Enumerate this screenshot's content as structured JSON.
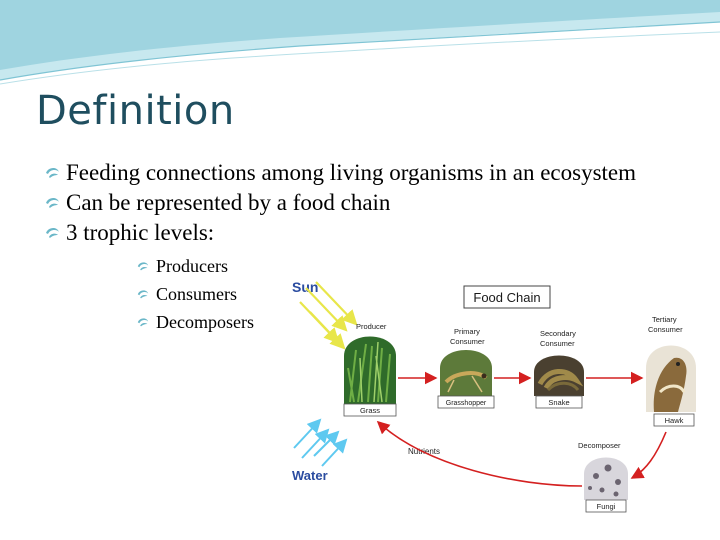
{
  "title": "Definition",
  "bullets": [
    {
      "text": "Feeding connections among living organisms in an ecosystem"
    },
    {
      "text": "Can be represented by a food chain"
    },
    {
      "text": "3 trophic levels:"
    }
  ],
  "sub_bullets": [
    "Producers",
    "Consumers",
    "Decomposers"
  ],
  "figure": {
    "heading": "Food Chain",
    "sun_label": "Sun",
    "water_label": "Water",
    "nutrients_label": "Nutrients",
    "roles": {
      "producer": "Producer",
      "primary_line1": "Primary",
      "primary_line2": "Consumer",
      "secondary_line1": "Secondary",
      "secondary_line2": "Consumer",
      "tertiary_line1": "Tertiary",
      "tertiary_line2": "Consumer",
      "decomposer": "Decomposer"
    },
    "organisms": {
      "grass": "Grass",
      "grasshopper": "Grasshopper",
      "snake": "Snake",
      "hawk": "Hawk",
      "fungi": "Fungi"
    }
  },
  "colors": {
    "title": "#1f4e5f",
    "bullet_marker": "#6bb7c8",
    "banner": "#9fd4e0",
    "arrow": "#d42020",
    "sun_arrow": "#e8e64a",
    "water_arrow": "#5ec9f0"
  }
}
